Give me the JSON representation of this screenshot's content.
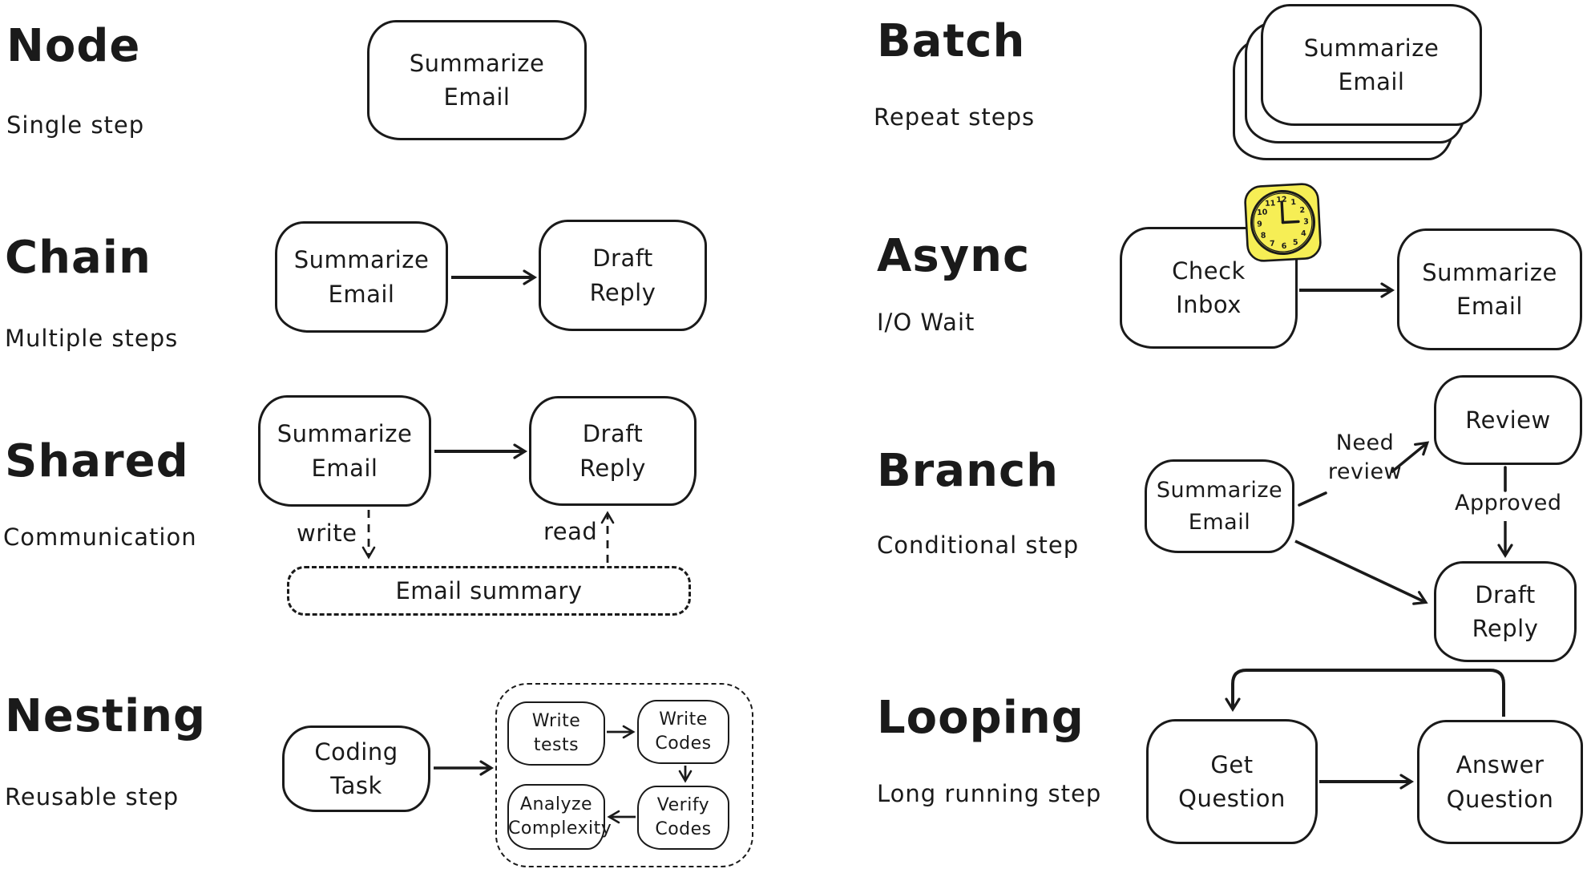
{
  "canvas": {
    "ink_color": "#1a1a1a",
    "background_color": "#ffffff",
    "clock_fill_color": "#f6ee55"
  },
  "sections": {
    "node": {
      "title": "Node",
      "subtitle": "Single step",
      "box": "Summarize Email"
    },
    "chain": {
      "title": "Chain",
      "subtitle": "Multiple steps",
      "box1": "Summarize Email",
      "box2": "Draft Reply"
    },
    "shared": {
      "title": "Shared",
      "subtitle": "Communication",
      "box1": "Summarize Email",
      "box2": "Draft Reply",
      "write_label": "write",
      "read_label": "read",
      "store_box": "Email summary"
    },
    "nesting": {
      "title": "Nesting",
      "subtitle": "Reusable step",
      "box": "Coding Task",
      "inner1": "Write tests",
      "inner2": "Write Codes",
      "inner3": "Analyze Complexity",
      "inner4": "Verify Codes"
    },
    "batch": {
      "title": "Batch",
      "subtitle": "Repeat steps",
      "box": "Summarize Email"
    },
    "async": {
      "title": "Async",
      "subtitle": "I/O Wait",
      "box1": "Check Inbox",
      "box2": "Summarize Email",
      "clock_numbers": [
        "1",
        "2",
        "3",
        "4",
        "5",
        "6",
        "7",
        "8",
        "9",
        "10",
        "11",
        "12"
      ]
    },
    "branch": {
      "title": "Branch",
      "subtitle": "Conditional step",
      "box1": "Summarize Email",
      "box2": "Review",
      "box3": "Draft Reply",
      "need_review_label": "Need review",
      "approved_label": "Approved"
    },
    "looping": {
      "title": "Looping",
      "subtitle": "Long running step",
      "box1": "Get Question",
      "box2": "Answer Question"
    }
  }
}
